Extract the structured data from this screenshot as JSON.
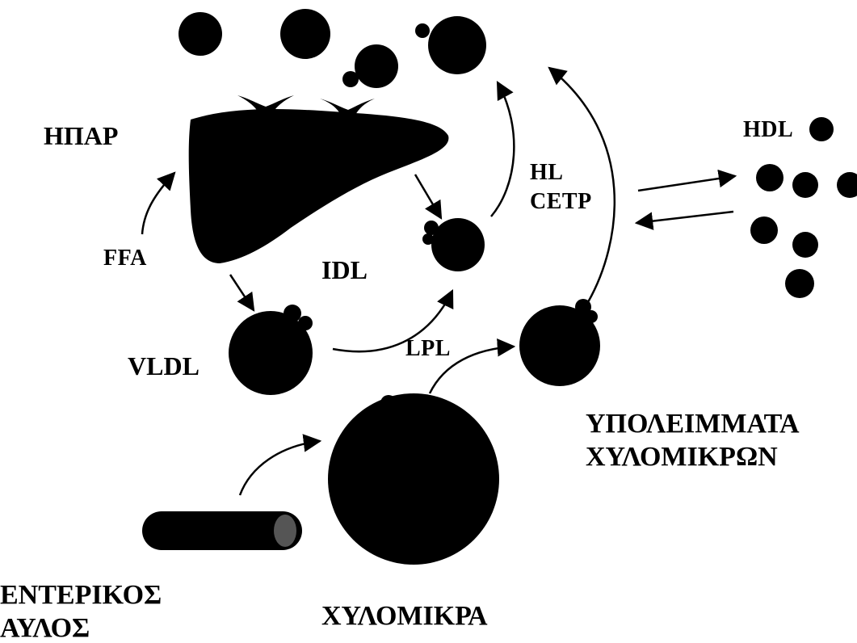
{
  "diagram": {
    "labels": {
      "liver": "ΗΠΑΡ",
      "ffa": "FFA",
      "idl": "IDL",
      "vldl": "VLDL",
      "hl": "HL",
      "cetp": "CETP",
      "hdl": "HDL",
      "lpl": "LPL",
      "remnants_line1": "ΥΠΟΛΕΙΜΜΑΤΑ",
      "remnants_line2": "ΧΥΛΟΜΙΚΡΩΝ",
      "intestine_line1": "ΕΝΤΕΡΙΚΟΣ",
      "intestine_line2": "ΑΥΛΟΣ",
      "chylomicrons": "ΧΥΛΟΜΙΚΡΑ"
    },
    "colors": {
      "ink": "#000000",
      "background": "#ffffff",
      "gut_highlight": "#555555"
    }
  }
}
